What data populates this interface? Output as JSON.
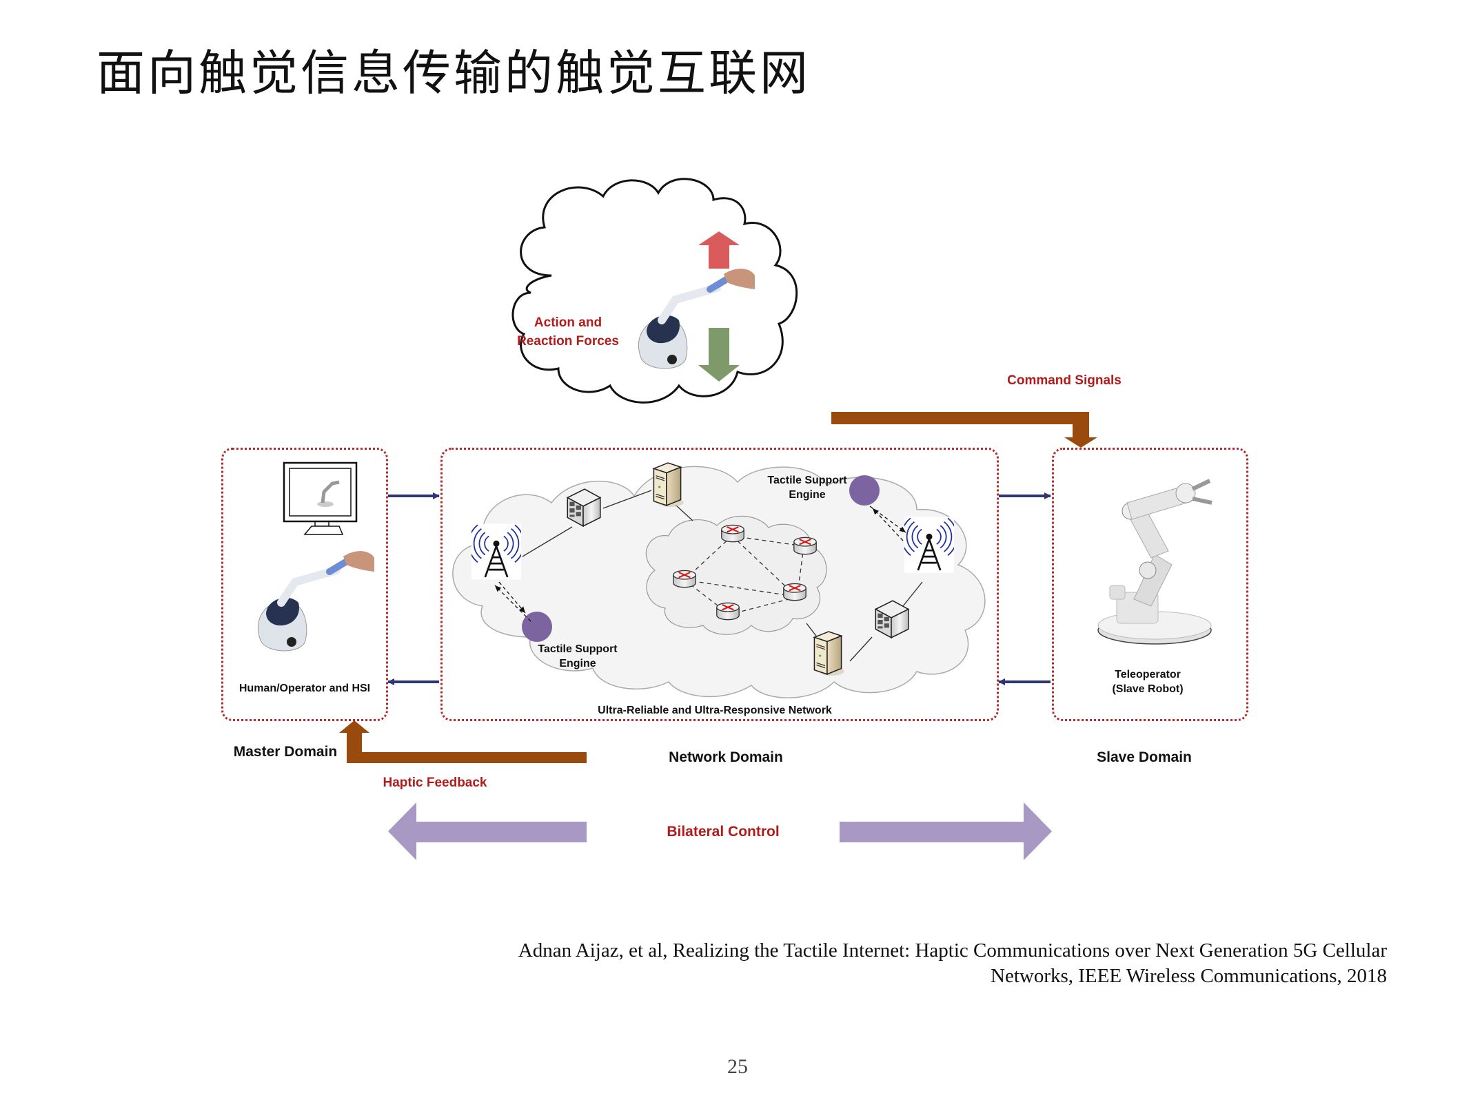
{
  "slide": {
    "title": "面向触觉信息传输的触觉互联网",
    "page_number": "25"
  },
  "diagram": {
    "thought_cloud": {
      "label_line1": "Action and",
      "label_line2": "Reaction Forces",
      "up_arrow_color": "#d95b5b",
      "down_arrow_color": "#7f9a6a"
    },
    "command_signals": {
      "label": "Command Signals",
      "color": "#9a4a0c"
    },
    "haptic_feedback": {
      "label": "Haptic Feedback",
      "color": "#9a4a0c"
    },
    "master": {
      "box_label": "Human/Operator  and HSI",
      "domain_label": "Master Domain"
    },
    "network": {
      "box_label": "Ultra-Reliable and Ultra-Responsive Network",
      "domain_label": "Network Domain",
      "tse_left_line1": "Tactile Support",
      "tse_left_line2": "Engine",
      "tse_right_line1": "Tactile Support",
      "tse_right_line2": "Engine",
      "tse_color": "#7b64a0",
      "router_count": 5
    },
    "slave": {
      "box_label_line1": "Teleoperator",
      "box_label_line2": "(Slave Robot)",
      "domain_label": "Slave Domain"
    },
    "bilateral": {
      "label": "Bilateral Control",
      "color": "#a898c4"
    },
    "link_arrow_color": "#2e3575",
    "box_border_color": "#b22a2a",
    "label_red": "#b01c1c"
  },
  "citation": {
    "line1": "Adnan Aijaz, et al,  Realizing the Tactile Internet: Haptic Communications over Next Generation 5G Cellular",
    "line2": "Networks, IEEE Wireless Communications, 2018"
  }
}
